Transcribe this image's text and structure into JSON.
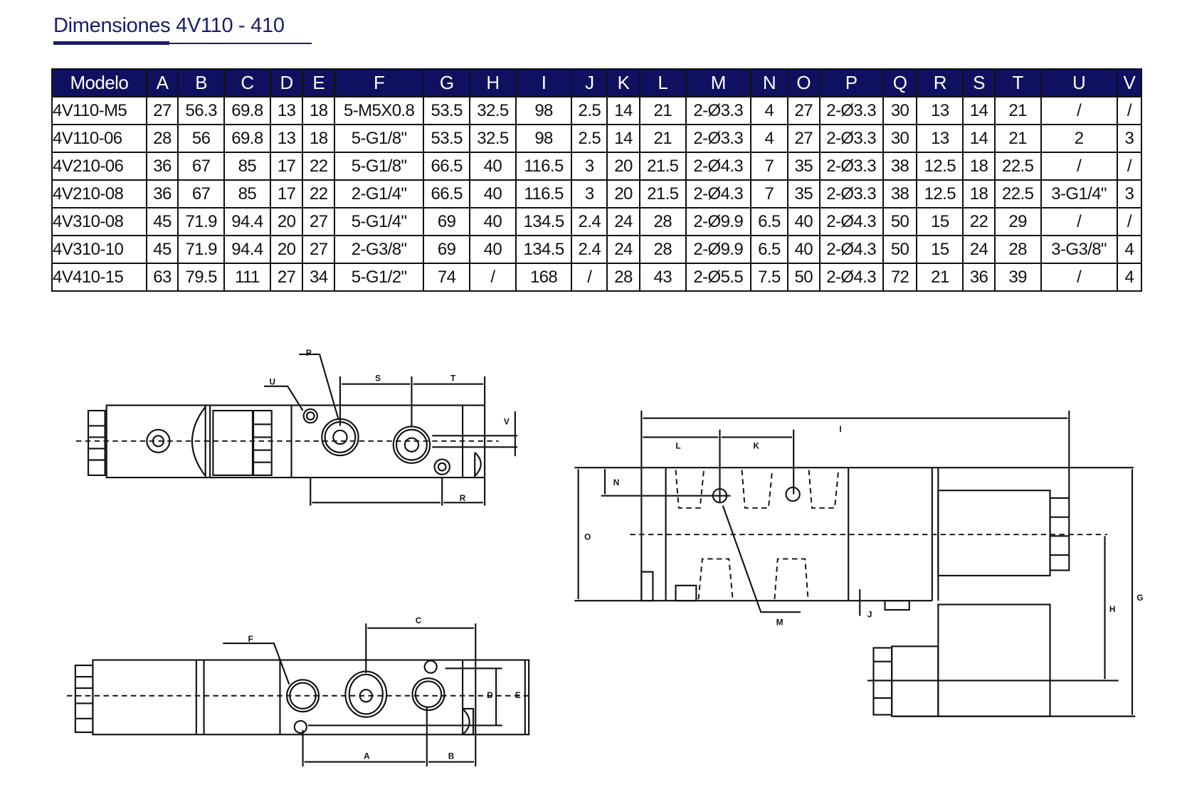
{
  "title": "Dimensiones 4V110 - 410",
  "table": {
    "headers": [
      "Modelo",
      "A",
      "B",
      "C",
      "D",
      "E",
      "F",
      "G",
      "H",
      "I",
      "J",
      "K",
      "L",
      "M",
      "N",
      "O",
      "P",
      "Q",
      "R",
      "S",
      "T",
      "U",
      "V"
    ],
    "rows": [
      [
        "4V110-M5",
        "27",
        "56.3",
        "69.8",
        "13",
        "18",
        "5-M5X0.8",
        "53.5",
        "32.5",
        "98",
        "2.5",
        "14",
        "21",
        "2-Ø3.3",
        "4",
        "27",
        "2-Ø3.3",
        "30",
        "13",
        "14",
        "21",
        "/",
        "/"
      ],
      [
        "4V110-06",
        "28",
        "56",
        "69.8",
        "13",
        "18",
        "5-G1/8\"",
        "53.5",
        "32.5",
        "98",
        "2.5",
        "14",
        "21",
        "2-Ø3.3",
        "4",
        "27",
        "2-Ø3.3",
        "30",
        "13",
        "14",
        "21",
        "2",
        "3"
      ],
      [
        "4V210-06",
        "36",
        "67",
        "85",
        "17",
        "22",
        "5-G1/8\"",
        "66.5",
        "40",
        "116.5",
        "3",
        "20",
        "21.5",
        "2-Ø4.3",
        "7",
        "35",
        "2-Ø3.3",
        "38",
        "12.5",
        "18",
        "22.5",
        "/",
        "/"
      ],
      [
        "4V210-08",
        "36",
        "67",
        "85",
        "17",
        "22",
        "2-G1/4\"",
        "66.5",
        "40",
        "116.5",
        "3",
        "20",
        "21.5",
        "2-Ø4.3",
        "7",
        "35",
        "2-Ø3.3",
        "38",
        "12.5",
        "18",
        "22.5",
        "3-G1/4\"",
        "3"
      ],
      [
        "4V310-08",
        "45",
        "71.9",
        "94.4",
        "20",
        "27",
        "5-G1/4\"",
        "69",
        "40",
        "134.5",
        "2.4",
        "24",
        "28",
        "2-Ø9.9",
        "6.5",
        "40",
        "2-Ø4.3",
        "50",
        "15",
        "22",
        "29",
        "/",
        "/"
      ],
      [
        "4V310-10",
        "45",
        "71.9",
        "94.4",
        "20",
        "27",
        "2-G3/8\"",
        "69",
        "40",
        "134.5",
        "2.4",
        "24",
        "28",
        "2-Ø9.9",
        "6.5",
        "40",
        "2-Ø4.3",
        "50",
        "15",
        "24",
        "28",
        "3-G3/8\"",
        "4"
      ],
      [
        "4V410-15",
        "63",
        "79.5",
        "111",
        "27",
        "34",
        "5-G1/2\"",
        "74",
        "/",
        "168",
        "/",
        "28",
        "43",
        "2-Ø5.5",
        "7.5",
        "50",
        "2-Ø4.3",
        "72",
        "21",
        "36",
        "39",
        "/",
        "4"
      ]
    ]
  },
  "drawings": {
    "labels": {
      "P": "P",
      "U": "U",
      "S": "S",
      "T": "T",
      "V": "V",
      "R": "R",
      "I": "I",
      "L": "L",
      "K": "K",
      "N": "N",
      "O": "O",
      "M": "M",
      "J": "J",
      "H": "H",
      "G": "G",
      "F": "F",
      "C": "C",
      "A": "A",
      "B": "B",
      "D": "D",
      "E": "E"
    }
  },
  "colors": {
    "header_bg": "#101060",
    "title": "#1b1b6b"
  }
}
